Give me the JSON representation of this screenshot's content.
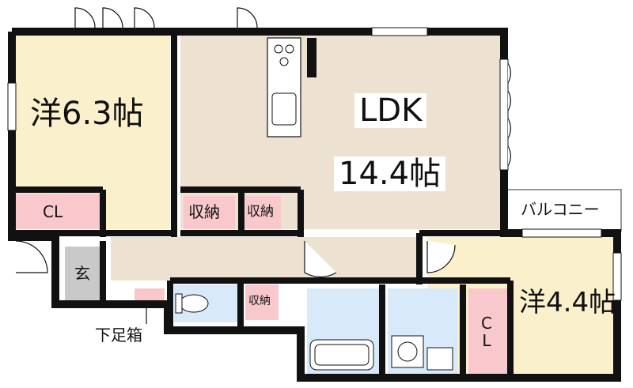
{
  "rooms": {
    "western_a": "洋6.3帖",
    "ldk_name": "LDK",
    "ldk_size": "14.4帖",
    "western_b": "洋4.4帖",
    "closet_a": "CL",
    "closet_b": "C\nL",
    "storage_1": "収納",
    "storage_2": "収納",
    "storage_3": "収納",
    "entrance": "玄",
    "balcony": "バルコニー",
    "shoe_box": "下足箱"
  },
  "colors": {
    "wall": "#111111",
    "western_floor": "#faf1cc",
    "ldk_floor": "#ede2d1",
    "closet": "#f8c8cc",
    "wet_area": "#d8eafa",
    "entrance": "#c9c9c9"
  }
}
